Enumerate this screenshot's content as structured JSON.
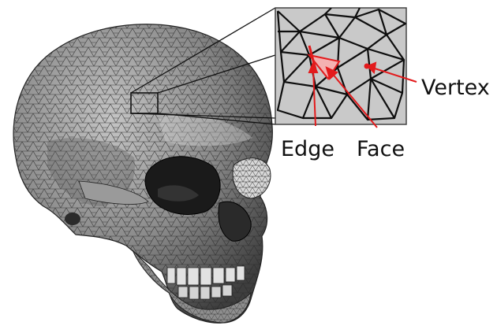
{
  "figure": {
    "labels": {
      "edge": "Edge",
      "face": "Face",
      "vertex": "Vertex"
    },
    "colors": {
      "mesh": "#2a2a2a",
      "skull_fill": "#7d7d7d",
      "skull_light": "#b9b9b9",
      "highlight": "#e31a1c",
      "face_fill": "#f4b1b1",
      "inset_bg": "#c9c9c9",
      "inset_border": "#444444",
      "eye_socket": "#1a1a1a"
    }
  }
}
